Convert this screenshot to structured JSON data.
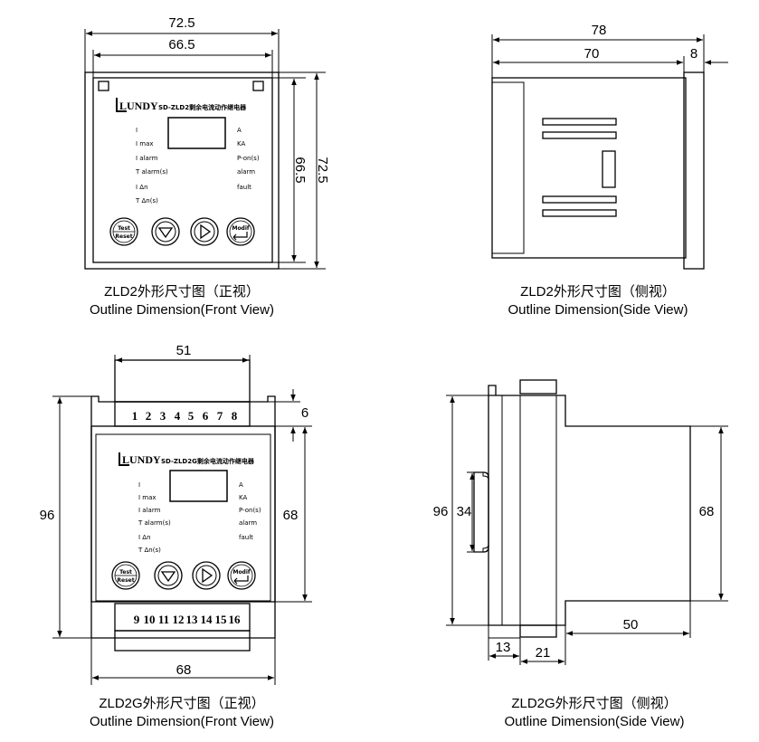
{
  "front_view_1": {
    "dims": {
      "outer_width": "72.5",
      "panel_width": "66.5",
      "panel_height": "66.5",
      "outer_height": "72.5"
    },
    "brand": "LUNDY",
    "model_text": "SD-ZLD2剩余电流动作继电器",
    "left_labels": [
      "I",
      "I max",
      "I alarm",
      "T alarm(s)",
      "I Δn",
      "T Δn(s)"
    ],
    "right_labels": [
      "A",
      "KA",
      "P-on(s)",
      "alarm",
      "fault"
    ],
    "buttons": {
      "test_top": "Test",
      "test_bottom": "Reset",
      "modify": "Modif"
    },
    "caption_cn": "ZLD2外形尺寸图（正视）",
    "caption_en": "Outline Dimension(Front View)"
  },
  "side_view_1": {
    "dims": {
      "total": "78",
      "body": "70",
      "flange": "8"
    },
    "caption_cn": "ZLD2外形尺寸图（侧视）",
    "caption_en": "Outline Dimension(Side View)"
  },
  "front_view_2": {
    "dims": {
      "top_width": "51",
      "top_offset": "6",
      "height": "96",
      "front_height": "68",
      "width": "68"
    },
    "brand": "LUNDY",
    "model_text": "SD-ZLD2G剩余电流动作继电器",
    "left_labels": [
      "I",
      "I max",
      "I alarm",
      "T alarm(s)",
      "I Δn",
      "T Δn(s)"
    ],
    "right_labels": [
      "A",
      "KA",
      "P-on(s)",
      "alarm",
      "fault"
    ],
    "buttons": {
      "test_top": "Test",
      "test_bottom": "Reset",
      "modify": "Modif"
    },
    "terminals_top": [
      "1",
      "2",
      "3",
      "4",
      "5",
      "6",
      "7",
      "8"
    ],
    "terminals_bottom": [
      "9",
      "10",
      "11",
      "12",
      "13",
      "14",
      "15",
      "16"
    ],
    "caption_cn": "ZLD2G外形尺寸图（正视）",
    "caption_en": "Outline Dimension(Front View)"
  },
  "side_view_2": {
    "dims": {
      "height": "96",
      "rail": "34",
      "front_height": "68",
      "depth": "50",
      "base": "13",
      "foot": "21"
    },
    "caption_cn": "ZLD2G外形尺寸图（侧视）",
    "caption_en": "Outline Dimension(Side View)"
  }
}
